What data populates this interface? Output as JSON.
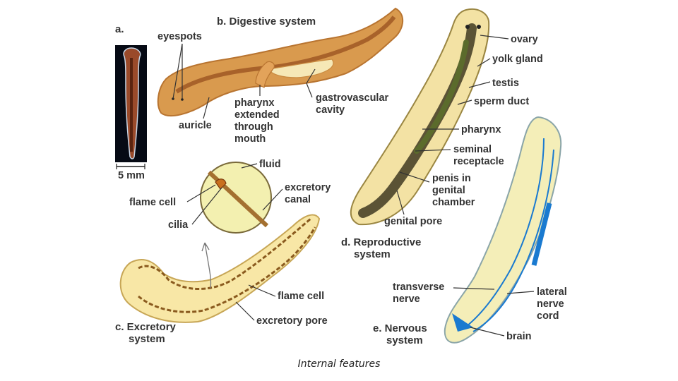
{
  "colors": {
    "label": "#333333",
    "body_orange": "#d99a4e",
    "body_cream": "#f7e8a8",
    "reproductive_dark": "#3f3a22",
    "nerve_blue": "#1a7ad0",
    "gut_green": "#5b6b2c",
    "excretory_brown": "#8a5a1e"
  },
  "panels": {
    "a": {
      "tag": "a.",
      "scale": "5 mm"
    },
    "b": {
      "title": "b. Digestive system",
      "labels": {
        "eyespots": "eyespots",
        "auricle": "auricle",
        "pharynx": [
          "pharynx",
          "extended",
          "through",
          "mouth"
        ],
        "cavity": [
          "gastrovascular",
          "cavity"
        ]
      }
    },
    "c": {
      "title": [
        "c. Excretory",
        "system"
      ],
      "labels": {
        "fluid": "fluid",
        "flame_cell_top": "flame cell",
        "cilia": "cilia",
        "canal": [
          "excretory",
          "canal"
        ],
        "flame_cell": "flame cell",
        "pore": "excretory pore"
      }
    },
    "d": {
      "title": [
        "d. Reproductive",
        "system"
      ],
      "labels": {
        "ovary": "ovary",
        "yolk": "yolk gland",
        "testis": "testis",
        "sperm": "sperm duct",
        "pharynx": "pharynx",
        "seminal": [
          "seminal",
          "receptacle"
        ],
        "penis": [
          "penis in",
          "genital",
          "chamber"
        ],
        "pore": "genital pore"
      }
    },
    "e": {
      "title": [
        "e. Nervous",
        "system"
      ],
      "labels": {
        "transverse": [
          "transverse",
          "nerve"
        ],
        "lateral": [
          "lateral",
          "nerve",
          "cord"
        ],
        "brain": "brain"
      }
    }
  },
  "caption": "Internal features"
}
